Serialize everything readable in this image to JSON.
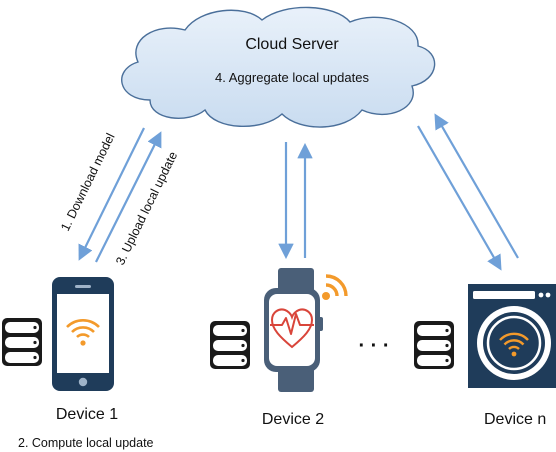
{
  "cloud": {
    "title": "Cloud Server",
    "step": "4. Aggregate local updates"
  },
  "steps": {
    "download": "1. Download model",
    "upload": "3. Upload local update",
    "compute": "2. Compute local update"
  },
  "devices": {
    "device1": "Device 1",
    "device2": "Device 2",
    "device_n": "Device n",
    "ellipsis": "· · ·"
  },
  "colors": {
    "cloud_fill": "#dbe8f6",
    "cloud_stroke": "#4a6f9a",
    "arrow": "#6fa0d8",
    "device_dark": "#1f3c5a",
    "wifi_orange": "#f39a2b",
    "heart_red": "#d9453a",
    "watch_band": "#4a5f78",
    "database": "#1a1a1a"
  },
  "icons": {
    "phone": "smartphone-icon",
    "watch": "smartwatch-icon",
    "washer": "washing-machine-icon",
    "database": "database-icon",
    "wifi": "wifi-icon",
    "heartbeat": "heartbeat-icon"
  }
}
